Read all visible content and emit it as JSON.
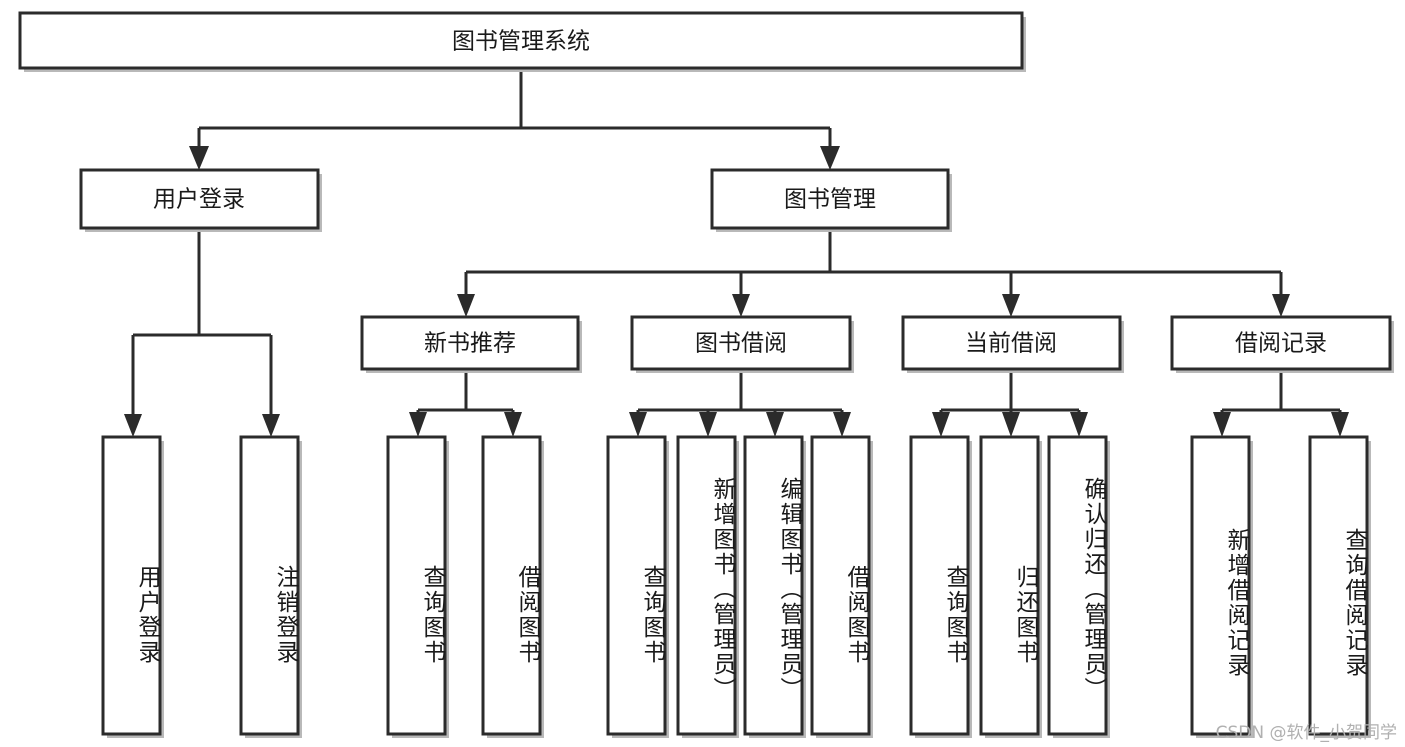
{
  "diagram": {
    "type": "tree-hierarchy",
    "title": "图书管理系统",
    "root": {
      "id": "root",
      "label": "图书管理系统",
      "orientation": "horizontal"
    },
    "level2": [
      {
        "id": "user-login",
        "label": "用户登录",
        "orientation": "horizontal"
      },
      {
        "id": "book-manage",
        "label": "图书管理",
        "orientation": "horizontal"
      }
    ],
    "level3": [
      {
        "id": "new-book-recommend",
        "label": "新书推荐",
        "orientation": "horizontal"
      },
      {
        "id": "book-borrow",
        "label": "图书借阅",
        "orientation": "horizontal"
      },
      {
        "id": "current-borrow",
        "label": "当前借阅",
        "orientation": "horizontal"
      },
      {
        "id": "borrow-record",
        "label": "借阅记录",
        "orientation": "horizontal"
      }
    ],
    "leaves": [
      {
        "id": "leaf-user-login",
        "label": "用户登录",
        "parent": "user-login",
        "orientation": "vertical"
      },
      {
        "id": "leaf-user-logout",
        "label": "注销登录",
        "parent": "user-login",
        "orientation": "vertical"
      },
      {
        "id": "leaf-query-book-1",
        "label": "查询图书",
        "parent": "new-book-recommend",
        "orientation": "vertical"
      },
      {
        "id": "leaf-borrow-book-1",
        "label": "借阅图书",
        "parent": "new-book-recommend",
        "orientation": "vertical"
      },
      {
        "id": "leaf-query-book-2",
        "label": "查询图书",
        "parent": "book-borrow",
        "orientation": "vertical"
      },
      {
        "id": "leaf-add-book",
        "label": "新增图书（管理员）",
        "parent": "book-borrow",
        "orientation": "vertical"
      },
      {
        "id": "leaf-edit-book",
        "label": "编辑图书（管理员）",
        "parent": "book-borrow",
        "orientation": "vertical"
      },
      {
        "id": "leaf-borrow-book-2",
        "label": "借阅图书",
        "parent": "book-borrow",
        "orientation": "vertical"
      },
      {
        "id": "leaf-query-book-3",
        "label": "查询图书",
        "parent": "current-borrow",
        "orientation": "vertical"
      },
      {
        "id": "leaf-return-book",
        "label": "归还图书",
        "parent": "current-borrow",
        "orientation": "vertical"
      },
      {
        "id": "leaf-confirm-return",
        "label": "确认归还（管理员）",
        "parent": "current-borrow",
        "orientation": "vertical"
      },
      {
        "id": "leaf-add-record",
        "label": "新增借阅记录",
        "parent": "borrow-record",
        "orientation": "vertical"
      },
      {
        "id": "leaf-query-record",
        "label": "查询借阅记录",
        "parent": "borrow-record",
        "orientation": "vertical"
      }
    ],
    "colors": {
      "stroke": "#2b2b2b",
      "fill": "#ffffff",
      "text": "#1a1a1a",
      "shadow": "#b9b9b9",
      "watermark": "#b0b0b0"
    }
  },
  "watermark": {
    "text": "CSDN @软件_小贺同学"
  }
}
